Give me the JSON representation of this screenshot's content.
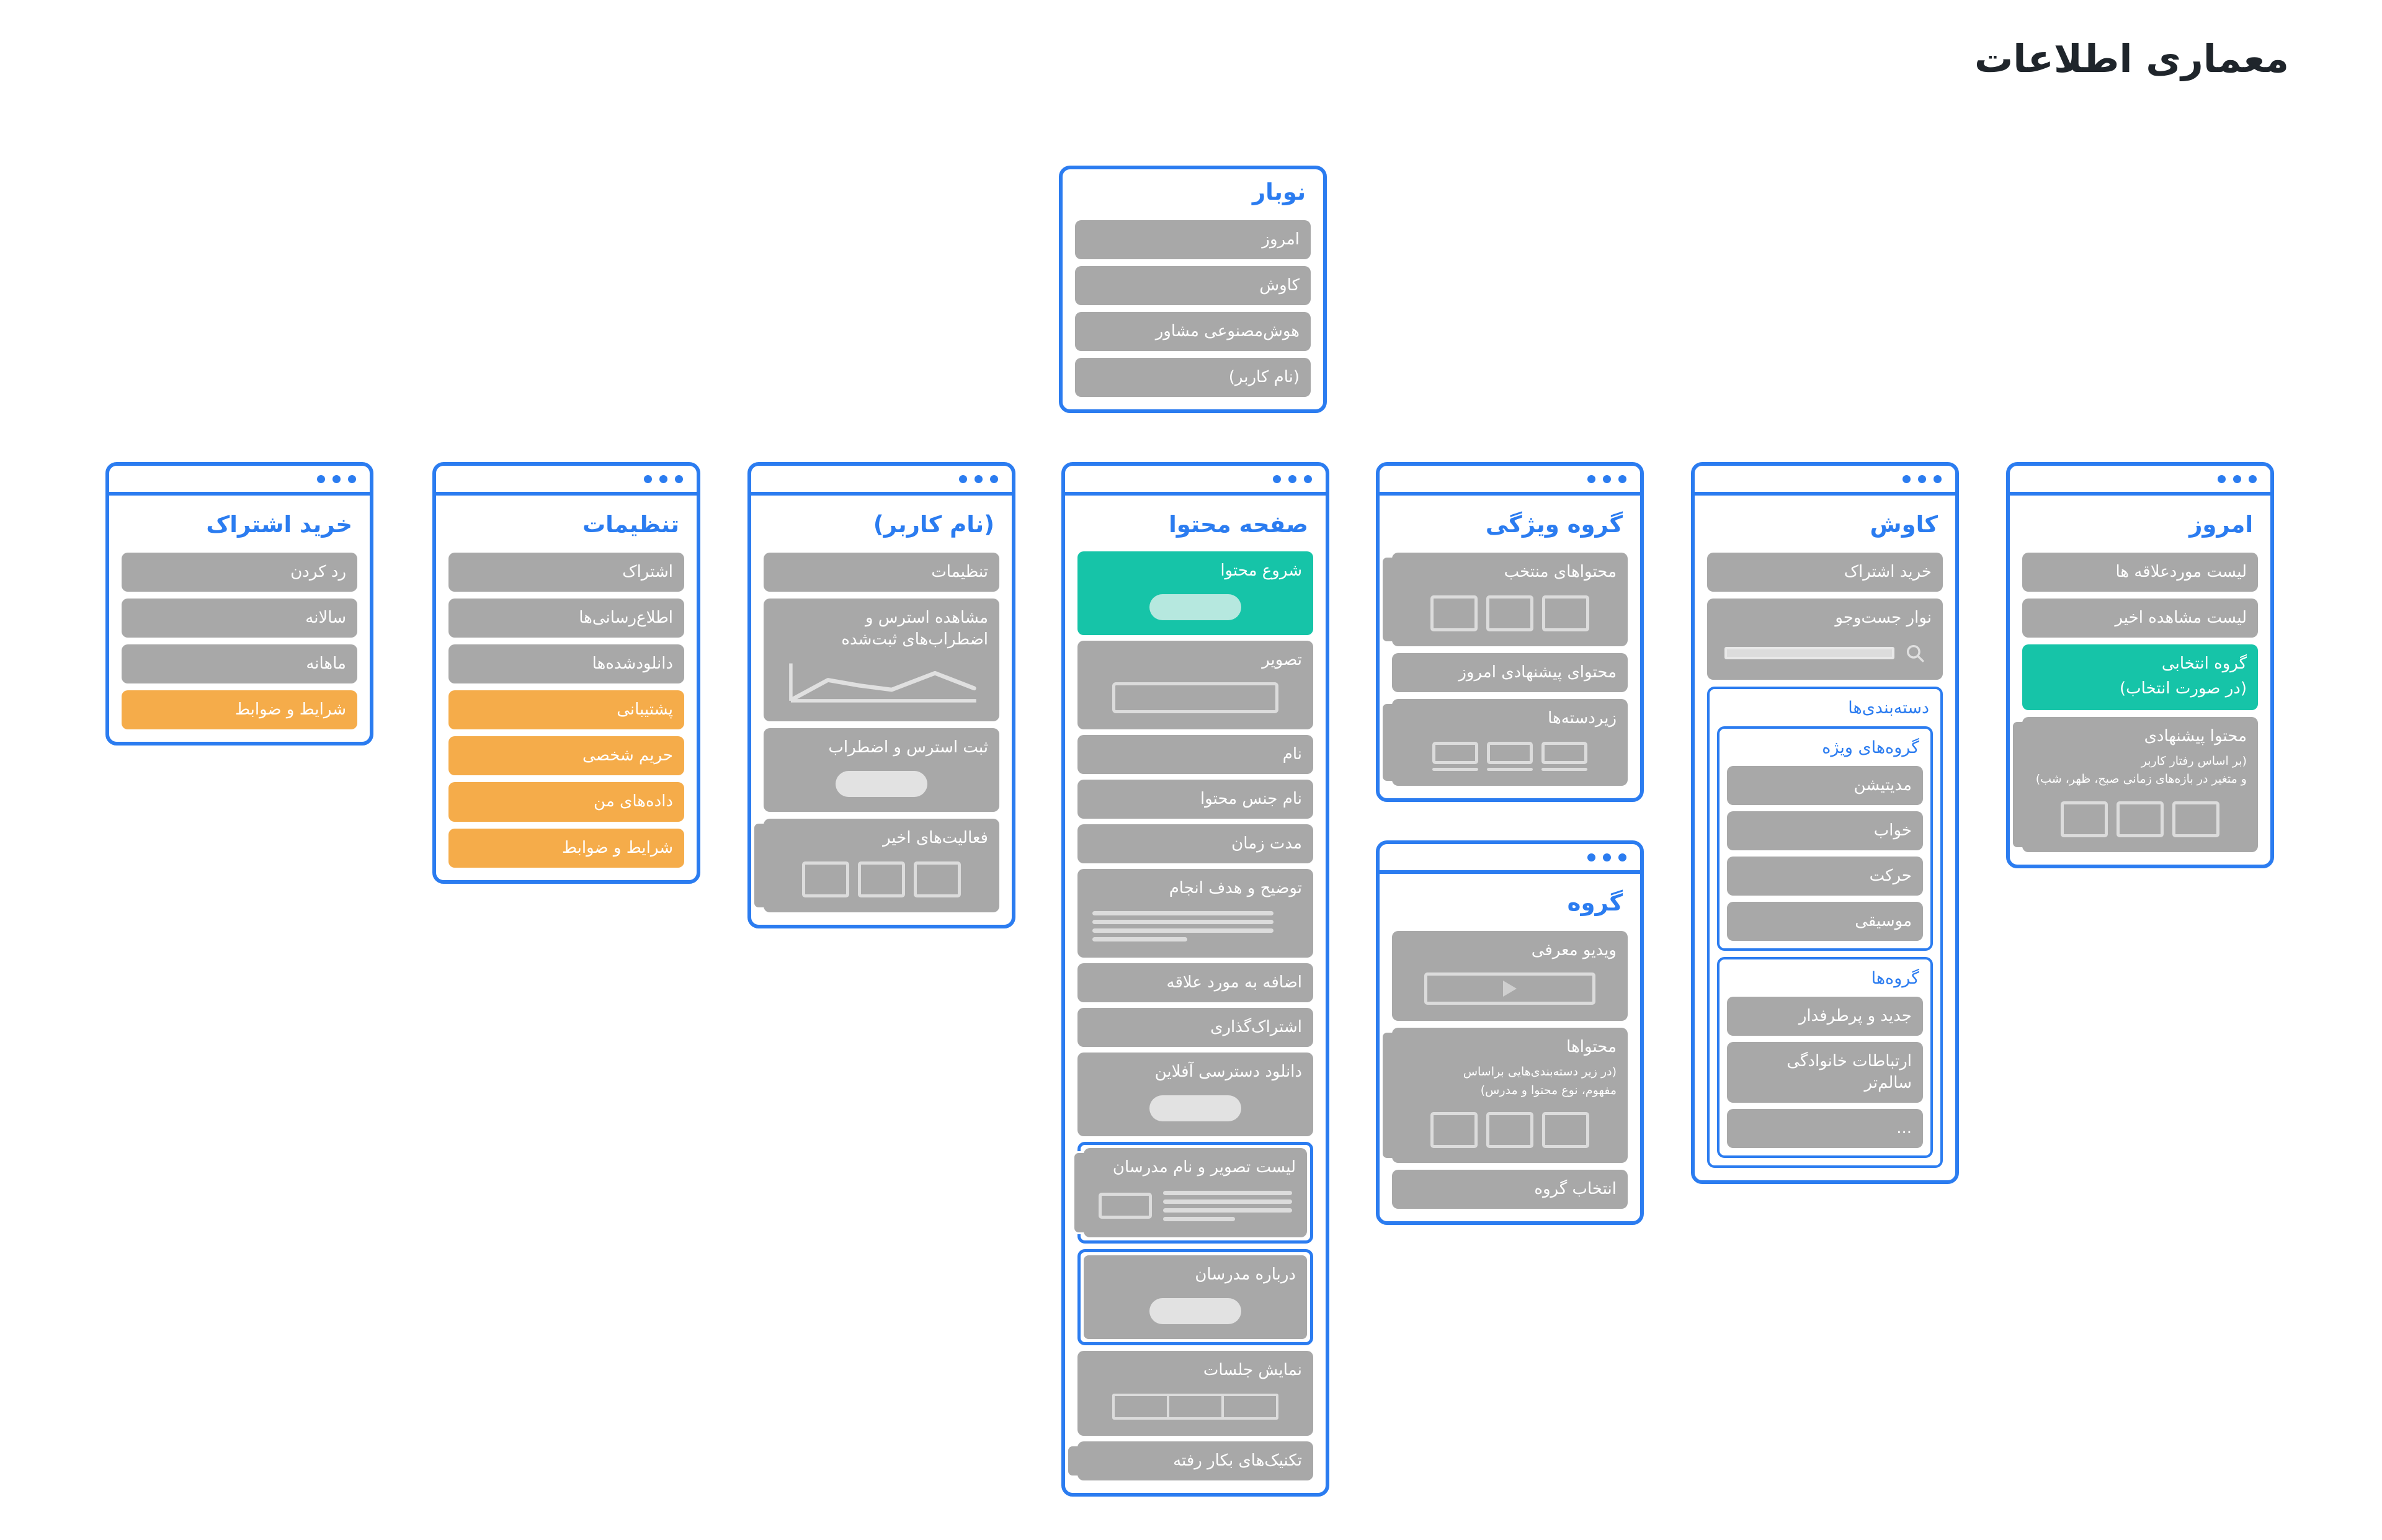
{
  "page": {
    "title": "معماری اطلاعات"
  },
  "colors": {
    "accent_blue": "#2b7cf0",
    "grey_block": "#a8a8a8",
    "teal": "#16c4a8",
    "orange": "#f5ac4a",
    "title_ink": "#1f252b"
  },
  "navbar": {
    "title": "نوبار",
    "items": [
      {
        "label": "امروز"
      },
      {
        "label": "کاوش"
      },
      {
        "label": "هوش‌مصنوعی مشاور"
      },
      {
        "label": "(نام کاربر)"
      }
    ]
  },
  "cards": [
    {
      "id": "buy-subscription",
      "title": "خرید اشتراک",
      "items": [
        {
          "label": "رد کردن",
          "style": "grey"
        },
        {
          "label": "سالانه",
          "style": "grey"
        },
        {
          "label": "ماهانه",
          "style": "grey"
        },
        {
          "label": "شرایط و ضوابط",
          "style": "orange"
        }
      ]
    },
    {
      "id": "settings",
      "title": "تنظیمات",
      "items": [
        {
          "label": "اشتراک",
          "style": "grey"
        },
        {
          "label": "اطلاع‌رسانی‌ها",
          "style": "grey"
        },
        {
          "label": "دانلودشده‌ها",
          "style": "grey"
        },
        {
          "label": "پشتیبانی",
          "style": "orange"
        },
        {
          "label": "حریم شخصی",
          "style": "orange"
        },
        {
          "label": "داده‌های من",
          "style": "orange"
        },
        {
          "label": "شرایط و ضوابط",
          "style": "orange"
        }
      ]
    },
    {
      "id": "user-profile",
      "title": "(نام کاربر)",
      "items": [
        {
          "label": "تنظیمات"
        },
        {
          "label": "مشاهده استرس و اضطراب‌های ثبت‌شده"
        },
        {
          "label": "ثبت استرس و اضطراب"
        },
        {
          "label": "فعالیت‌های اخیر"
        }
      ]
    },
    {
      "id": "content-page",
      "title": "صفحه محتوا",
      "items": [
        {
          "label": "شروع محتوا",
          "style": "teal"
        },
        {
          "label": "تصویر"
        },
        {
          "label": "نام"
        },
        {
          "label": "نام جنس محتوا"
        },
        {
          "label": "مدت زمان"
        },
        {
          "label": "توضیح و هدف انجام"
        },
        {
          "label": "اضافه به مورد علاقه"
        },
        {
          "label": "اشتراک‌گذاری"
        },
        {
          "label": "دانلود دسترسی آفلاین"
        },
        {
          "label": "لیست تصویر و نام مدرسان",
          "highlight": true
        },
        {
          "label": "درباره مدرسان",
          "highlight": true
        },
        {
          "label": "نمایش جلسات"
        },
        {
          "label": "تکنیک‌های بکار رفته"
        }
      ]
    },
    {
      "id": "feature-group",
      "title": "گروه ویژگی",
      "items": [
        {
          "label": "محتواهای منتخب"
        },
        {
          "label": "محتوای پیشنهادی امروز"
        },
        {
          "label": "زیردسته‌ها"
        }
      ]
    },
    {
      "id": "group",
      "title": "گروه",
      "items": [
        {
          "label": "ویدیو معرفی"
        },
        {
          "label": "محتواها",
          "sub1": "(در زیر دسته‌بندی‌هایی براساس",
          "sub2": "مفهوم، نوع محتوا و مدرس)"
        },
        {
          "label": "انتخاب گروه"
        }
      ]
    },
    {
      "id": "explore",
      "title": "کاوش",
      "items": [
        {
          "label": "خرید اشتراک"
        },
        {
          "label": "نوار جست‌وجو"
        }
      ],
      "categories": {
        "title": "دسته‌بندی‌ها",
        "special_groups": {
          "title": "گروه‌های ویژه",
          "items": [
            {
              "label": "مدیتیشن"
            },
            {
              "label": "خواب"
            },
            {
              "label": "حرکت"
            },
            {
              "label": "موسیقی"
            }
          ]
        },
        "groups": {
          "title": "گروه‌ها",
          "items": [
            {
              "label": "جدید و پرطرفدار"
            },
            {
              "label": "ارتباطات خانوادگی سالم‌تر"
            },
            {
              "label": "..."
            }
          ]
        }
      }
    },
    {
      "id": "today",
      "title": "امروز",
      "items": [
        {
          "label": "لیست موردعلاقه ها",
          "style": "grey"
        },
        {
          "label": "لیست مشاهده اخیر",
          "style": "grey"
        },
        {
          "label": "گروه انتخابی",
          "sub1": "(در صورت انتخاب)",
          "style": "teal"
        },
        {
          "label": "محتوا پیشنهادی",
          "sub1": "(بر اساس رفتار کاربر",
          "sub2": "و متغیر در بازه‌های زمانی صبح، ظهر، شب)",
          "style": "grey"
        }
      ]
    }
  ],
  "icons": {
    "search": "search-icon",
    "play": "play-icon",
    "window_dots": "window-dots-icon"
  }
}
